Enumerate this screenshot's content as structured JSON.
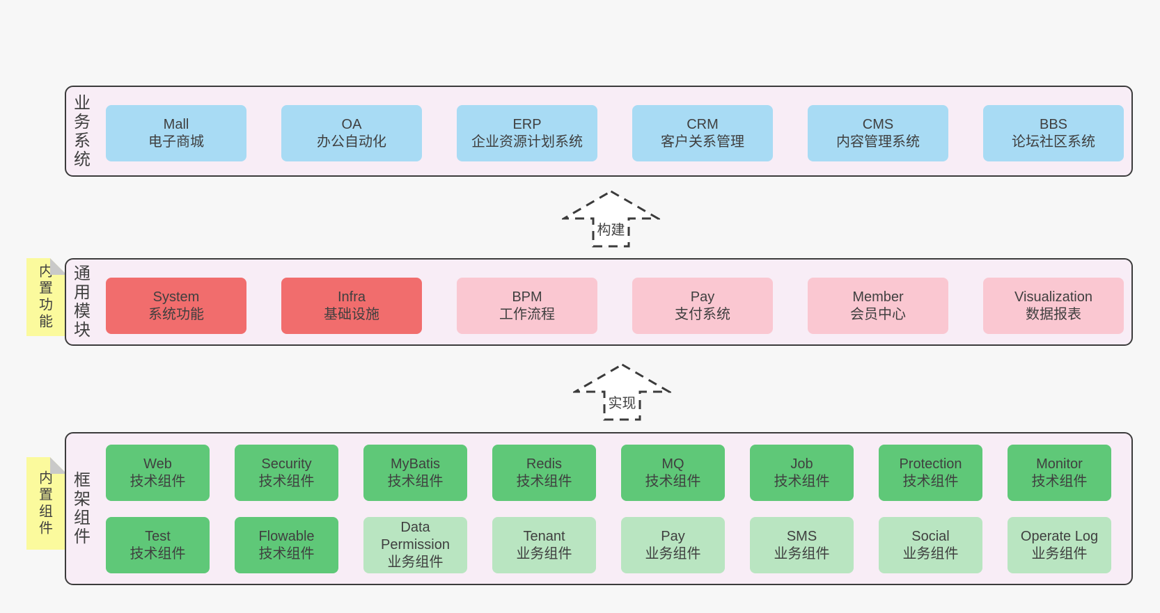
{
  "colors": {
    "page-bg": "#f7f7f7",
    "layer-fill": "#f8edf6",
    "line": "#3b3b3b",
    "blue": "#a8dbf4",
    "red": "#f16d6d",
    "pink": "#fac7d1",
    "green": "#5fc878",
    "lightgreen": "#b9e5c1",
    "sticky": "#fbfa9d",
    "fold": "#c9c9c9",
    "text": "#3f3f3f",
    "arrow-fill": "#ffffff"
  },
  "layer1": {
    "label": "业务系统",
    "items": [
      {
        "en": "Mall",
        "zh": "电子商城"
      },
      {
        "en": "OA",
        "zh": "办公自动化"
      },
      {
        "en": "ERP",
        "zh": "企业资源计划系统"
      },
      {
        "en": "CRM",
        "zh": "客户关系管理"
      },
      {
        "en": "CMS",
        "zh": "内容管理系统"
      },
      {
        "en": "BBS",
        "zh": "论坛社区系统"
      }
    ]
  },
  "arrow1": {
    "label": "构建"
  },
  "layer2": {
    "label": "通用模块",
    "sticky": "内置功能",
    "items": [
      {
        "en": "System",
        "zh": "系统功能"
      },
      {
        "en": "Infra",
        "zh": "基础设施"
      },
      {
        "en": "BPM",
        "zh": "工作流程"
      },
      {
        "en": "Pay",
        "zh": "支付系统"
      },
      {
        "en": "Member",
        "zh": "会员中心"
      },
      {
        "en": "Visualization",
        "zh": "数据报表"
      }
    ]
  },
  "arrow2": {
    "label": "实现"
  },
  "layer3": {
    "label": "框架组件",
    "sticky": "内置组件",
    "row1": [
      {
        "en": "Web",
        "zh": "技术组件"
      },
      {
        "en": "Security",
        "zh": "技术组件"
      },
      {
        "en": "MyBatis",
        "zh": "技术组件"
      },
      {
        "en": "Redis",
        "zh": "技术组件"
      },
      {
        "en": "MQ",
        "zh": "技术组件"
      },
      {
        "en": "Job",
        "zh": "技术组件"
      },
      {
        "en": "Protection",
        "zh": "技术组件"
      },
      {
        "en": "Monitor",
        "zh": "技术组件"
      }
    ],
    "row2": [
      {
        "en": "Test",
        "zh": "技术组件"
      },
      {
        "en": "Flowable",
        "zh": "技术组件"
      },
      {
        "en": "Data Permission",
        "zh": "业务组件"
      },
      {
        "en": "Tenant",
        "zh": "业务组件"
      },
      {
        "en": "Pay",
        "zh": "业务组件"
      },
      {
        "en": "SMS",
        "zh": "业务组件"
      },
      {
        "en": "Social",
        "zh": "业务组件"
      },
      {
        "en": "Operate Log",
        "zh": "业务组件"
      }
    ]
  }
}
